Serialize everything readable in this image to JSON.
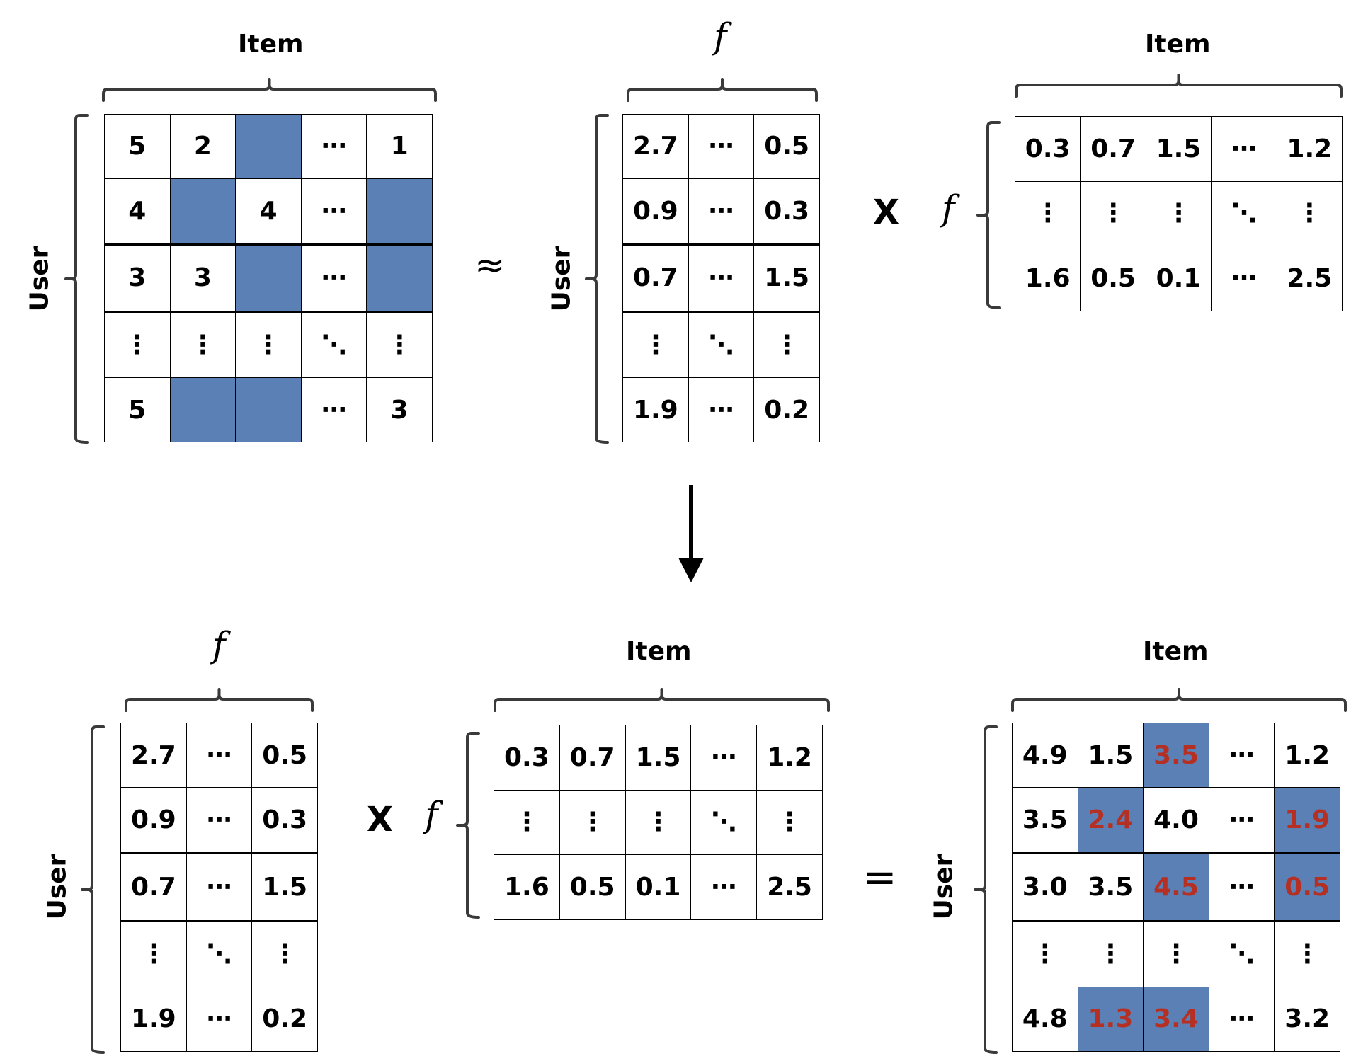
{
  "labels": {
    "item": "Item",
    "user": "User",
    "f": "f",
    "approx": "≈",
    "times": "X",
    "equals": "="
  },
  "colors": {
    "missing_cell": "#5b80b6",
    "predicted_text": "#b53023"
  },
  "matrices": {
    "rating": [
      [
        "5",
        "2",
        "",
        "⋯",
        "1"
      ],
      [
        "4",
        "",
        "4",
        "⋯",
        ""
      ],
      [
        "3",
        "3",
        "",
        "⋯",
        ""
      ],
      [
        "⋮",
        "⋮",
        "⋮",
        "⋱",
        "⋮"
      ],
      [
        "5",
        "",
        "",
        "⋯",
        "3"
      ]
    ],
    "user_factors": [
      [
        "2.7",
        "⋯",
        "0.5"
      ],
      [
        "0.9",
        "⋯",
        "0.3"
      ],
      [
        "0.7",
        "⋯",
        "1.5"
      ],
      [
        "⋮",
        "⋱",
        "⋮"
      ],
      [
        "1.9",
        "⋯",
        "0.2"
      ]
    ],
    "item_factors": [
      [
        "0.3",
        "0.7",
        "1.5",
        "⋯",
        "1.2"
      ],
      [
        "⋮",
        "⋮",
        "⋮",
        "⋱",
        "⋮"
      ],
      [
        "1.6",
        "0.5",
        "0.1",
        "⋯",
        "2.5"
      ]
    ],
    "predicted": [
      [
        "4.9",
        "1.5",
        "3.5",
        "⋯",
        "1.2"
      ],
      [
        "3.5",
        "2.4",
        "4.0",
        "⋯",
        "1.9"
      ],
      [
        "3.0",
        "3.5",
        "4.5",
        "⋯",
        "0.5"
      ],
      [
        "⋮",
        "⋮",
        "⋮",
        "⋱",
        "⋮"
      ],
      [
        "4.8",
        "1.3",
        "3.4",
        "⋯",
        "3.2"
      ]
    ]
  }
}
